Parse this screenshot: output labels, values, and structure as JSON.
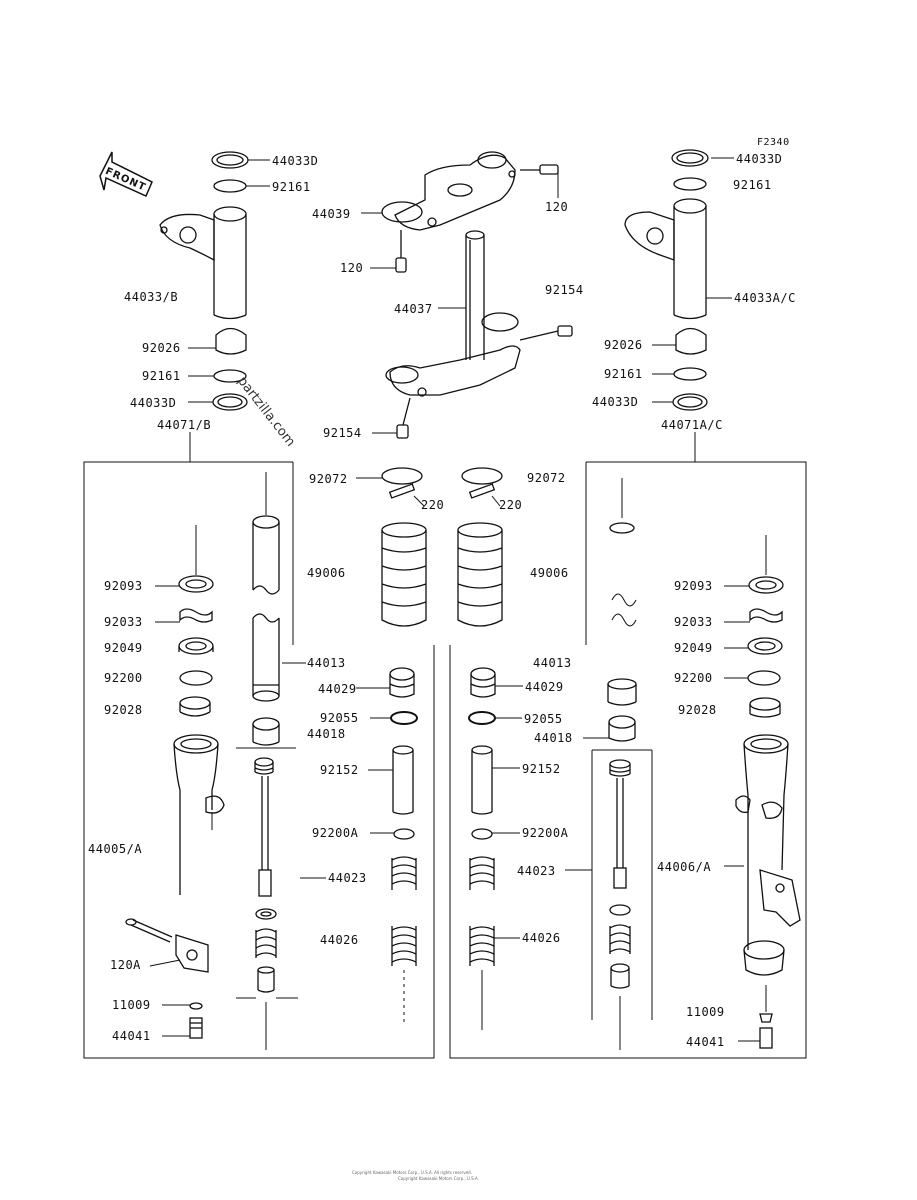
{
  "figure_code": "F2340",
  "front_arrow_text": "FRONT",
  "watermark": "partzilla.com",
  "footer_line1": "Copyright Kawasaki Motors Corp., U.S.A. All rights reserved.",
  "footer_line2": "Copyright Kawasaki Motors Corp., U.S.A.",
  "labels": [
    {
      "id": "l-44033D-tl",
      "text": "44033D"
    },
    {
      "id": "l-92161-tl",
      "text": "92161"
    },
    {
      "id": "l-44033B",
      "text": "44033/B"
    },
    {
      "id": "l-92026-l",
      "text": "92026"
    },
    {
      "id": "l-92161-l",
      "text": "92161"
    },
    {
      "id": "l-44033D-l",
      "text": "44033D"
    },
    {
      "id": "l-44071B",
      "text": "44071/B"
    },
    {
      "id": "l-44039",
      "text": "44039"
    },
    {
      "id": "l-120-tr",
      "text": "120"
    },
    {
      "id": "l-120-l",
      "text": "120"
    },
    {
      "id": "l-44037",
      "text": "44037"
    },
    {
      "id": "l-92154-r",
      "text": "92154"
    },
    {
      "id": "l-92154-b",
      "text": "92154"
    },
    {
      "id": "l-44033D-tr",
      "text": "44033D"
    },
    {
      "id": "l-92161-tr",
      "text": "92161"
    },
    {
      "id": "l-44033AC",
      "text": "44033A/C"
    },
    {
      "id": "l-92026-r",
      "text": "92026"
    },
    {
      "id": "l-92161-r",
      "text": "92161"
    },
    {
      "id": "l-44033D-r",
      "text": "44033D"
    },
    {
      "id": "l-44071AC",
      "text": "44071A/C"
    },
    {
      "id": "l-92072-l",
      "text": "92072"
    },
    {
      "id": "l-220-l",
      "text": "220"
    },
    {
      "id": "l-92072-r",
      "text": "92072"
    },
    {
      "id": "l-220-r",
      "text": "220"
    },
    {
      "id": "l-49006-l",
      "text": "49006"
    },
    {
      "id": "l-49006-r",
      "text": "49006"
    },
    {
      "id": "l-92093-l",
      "text": "92093"
    },
    {
      "id": "l-92033-l",
      "text": "92033"
    },
    {
      "id": "l-92049-l",
      "text": "92049"
    },
    {
      "id": "l-92200-l",
      "text": "92200"
    },
    {
      "id": "l-92028-l",
      "text": "92028"
    },
    {
      "id": "l-44013-l",
      "text": "44013"
    },
    {
      "id": "l-44029-l",
      "text": "44029"
    },
    {
      "id": "l-92055-l",
      "text": "92055"
    },
    {
      "id": "l-44018-l",
      "text": "44018"
    },
    {
      "id": "l-92152-l",
      "text": "92152"
    },
    {
      "id": "l-92200A-l",
      "text": "92200A"
    },
    {
      "id": "l-44023-l",
      "text": "44023"
    },
    {
      "id": "l-44026-l",
      "text": "44026"
    },
    {
      "id": "l-44005A",
      "text": "44005/A"
    },
    {
      "id": "l-120A",
      "text": "120A"
    },
    {
      "id": "l-11009-l",
      "text": "11009"
    },
    {
      "id": "l-44041-l",
      "text": "44041"
    },
    {
      "id": "l-92093-r",
      "text": "92093"
    },
    {
      "id": "l-92033-r",
      "text": "92033"
    },
    {
      "id": "l-92049-r",
      "text": "92049"
    },
    {
      "id": "l-92200-r",
      "text": "92200"
    },
    {
      "id": "l-92028-r",
      "text": "92028"
    },
    {
      "id": "l-44013-r",
      "text": "44013"
    },
    {
      "id": "l-44029-r",
      "text": "44029"
    },
    {
      "id": "l-92055-r",
      "text": "92055"
    },
    {
      "id": "l-44018-r",
      "text": "44018"
    },
    {
      "id": "l-92152-r",
      "text": "92152"
    },
    {
      "id": "l-92200A-r",
      "text": "92200A"
    },
    {
      "id": "l-44023-r",
      "text": "44023"
    },
    {
      "id": "l-44026-r",
      "text": "44026"
    },
    {
      "id": "l-44006A",
      "text": "44006/A"
    },
    {
      "id": "l-11009-r",
      "text": "11009"
    },
    {
      "id": "l-44041-r",
      "text": "44041"
    }
  ]
}
